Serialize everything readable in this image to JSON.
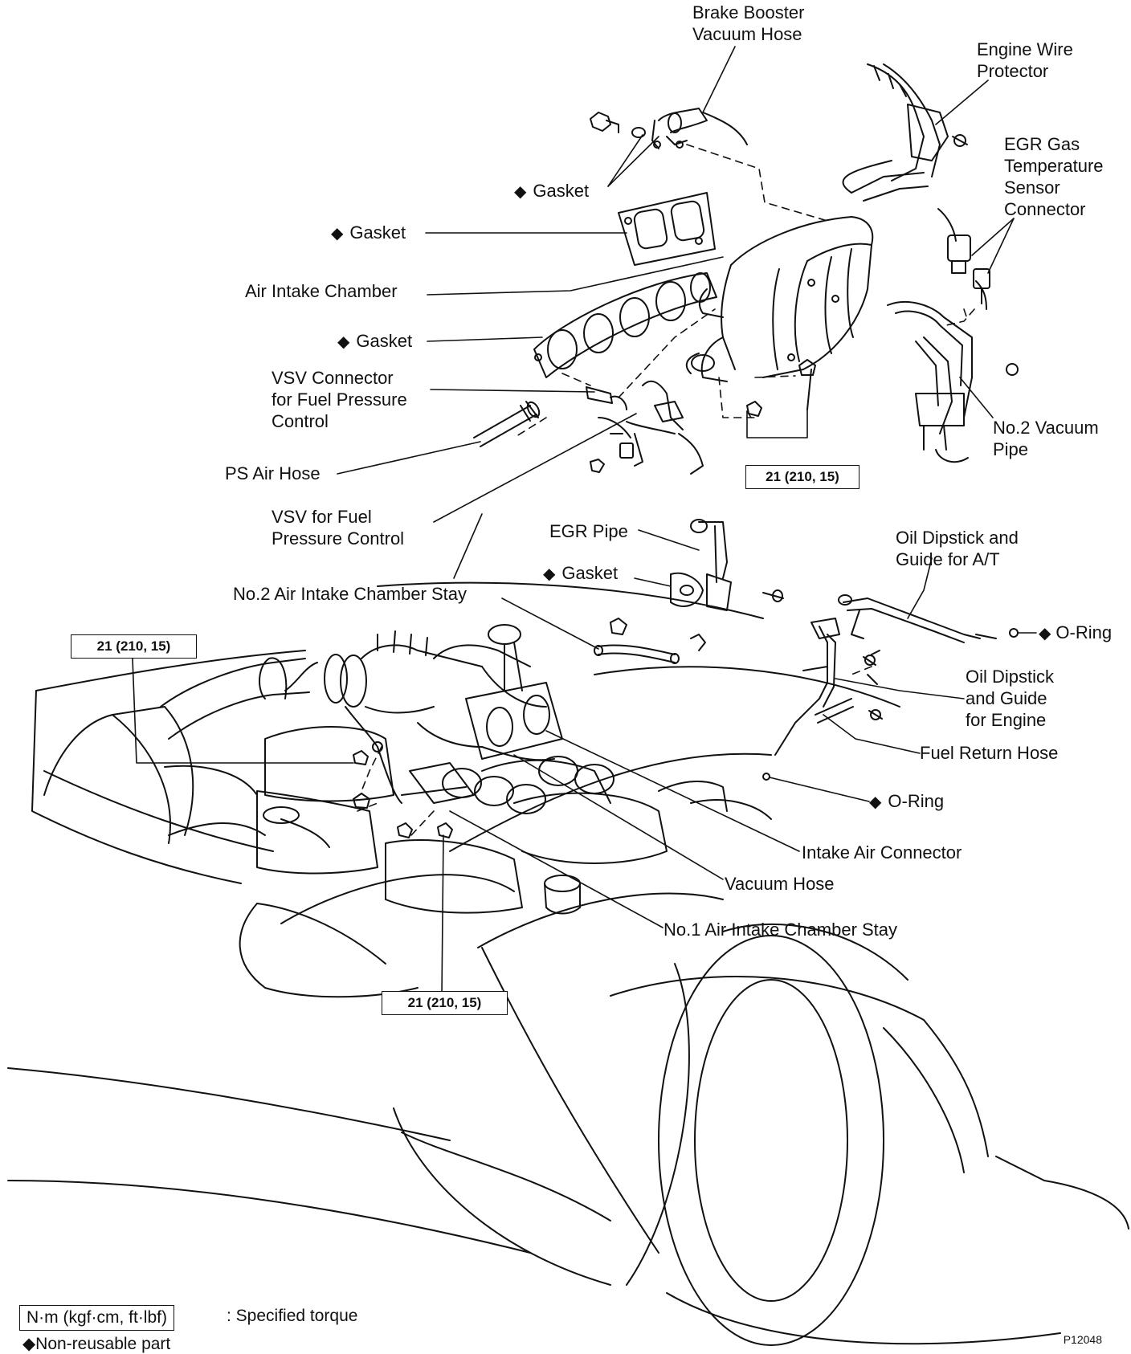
{
  "labels": {
    "brake_booster_vacuum_hose": [
      "Brake Booster",
      "Vacuum Hose"
    ],
    "engine_wire_protector": [
      "Engine Wire",
      "Protector"
    ],
    "egr_gas_temp_sensor_connector": [
      "EGR Gas",
      "Temperature",
      "Sensor",
      "Connector"
    ],
    "gasket_upper": "Gasket",
    "gasket_chamber": "Gasket",
    "air_intake_chamber": "Air Intake Chamber",
    "gasket_manifold": "Gasket",
    "vsv_connector": [
      "VSV Connector",
      "for Fuel Pressure",
      "Control"
    ],
    "ps_air_hose": "PS Air Hose",
    "vsv_fuel_pressure": [
      "VSV for Fuel",
      "Pressure Control"
    ],
    "no2_vacuum_pipe": [
      "No.2 Vacuum",
      "Pipe"
    ],
    "egr_pipe": "EGR Pipe",
    "gasket_egr": "Gasket",
    "oil_dipstick_at": [
      "Oil Dipstick and",
      "Guide for A/T"
    ],
    "no2_stay": "No.2 Air Intake Chamber Stay",
    "o_ring_at": "O-Ring",
    "oil_dipstick_engine": [
      "Oil Dipstick",
      "and Guide",
      "for Engine"
    ],
    "fuel_return_hose": "Fuel Return Hose",
    "o_ring_engine": "O-Ring",
    "intake_air_connector": "Intake Air Connector",
    "vacuum_hose": "Vacuum Hose",
    "no1_stay": "No.1 Air Intake Chamber Stay"
  },
  "torque_specs": [
    "21 (210, 15)",
    "21 (210, 15)",
    "21 (210, 15)"
  ],
  "legend": {
    "torque_unit": "N·m (kgf·cm, ft·lbf)",
    "torque_meaning": ": Specified torque",
    "diamond_meaning": "Non-reusable part"
  },
  "figure_id": "P12048",
  "symbols": {
    "non_reusable": "diamond-icon"
  }
}
